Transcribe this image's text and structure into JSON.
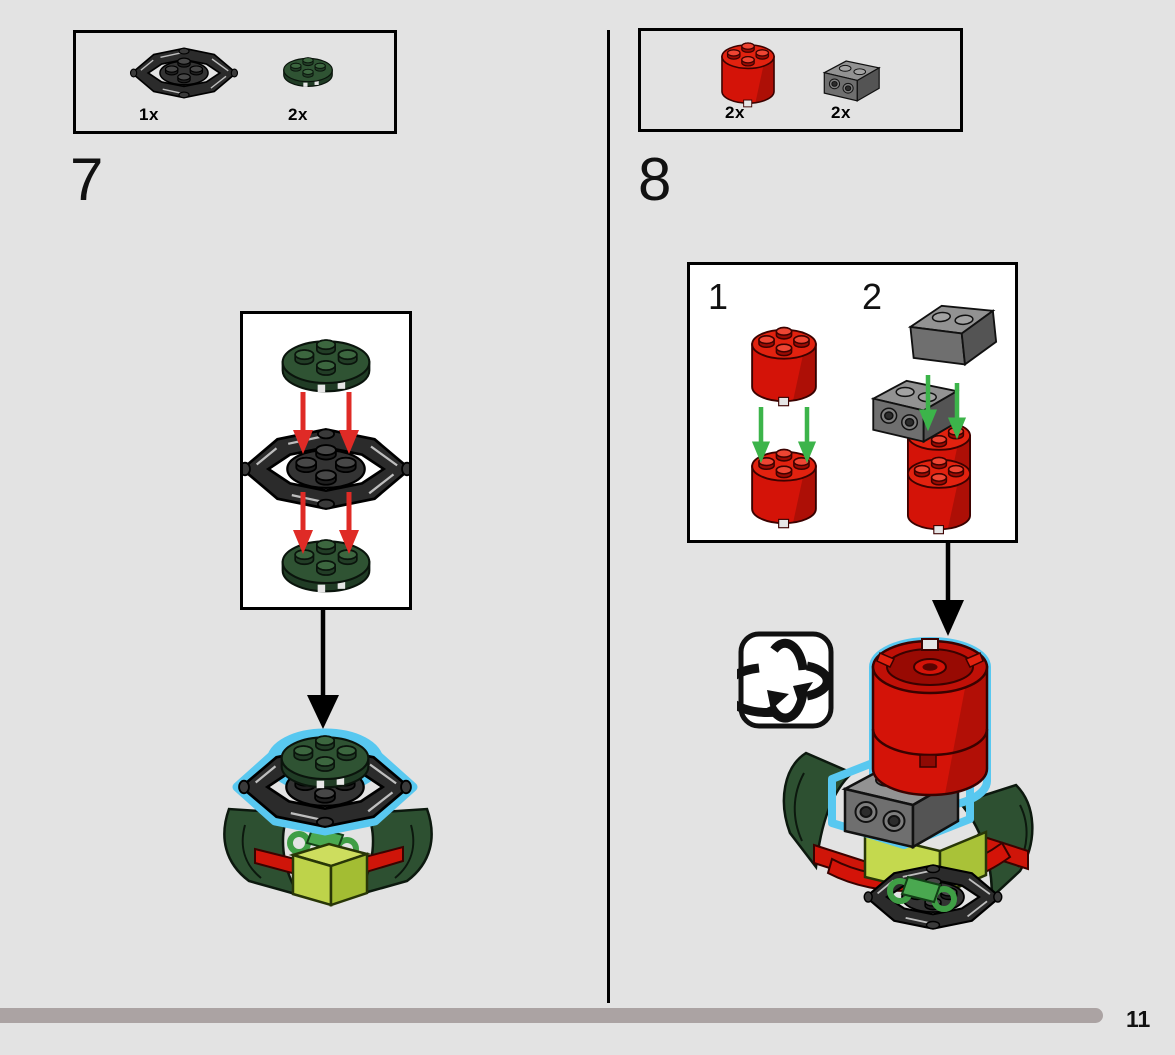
{
  "page": {
    "number": "11",
    "background": "#e3e3e3",
    "progress_bar_color": "#aba3a3"
  },
  "step7": {
    "number": "7",
    "parts": [
      {
        "piece": "plate-2x2-round-with-octagonal-bar-frame",
        "color": "dark-gray",
        "count": "1x"
      },
      {
        "piece": "plate-2x2-round",
        "color": "dark-green",
        "count": "2x"
      }
    ]
  },
  "step8": {
    "number": "8",
    "parts": [
      {
        "piece": "brick-2x2-round",
        "color": "red",
        "count": "2x"
      },
      {
        "piece": "brick-1x2-with-studs-on-side",
        "color": "dark-gray",
        "count": "2x"
      }
    ],
    "substeps": [
      {
        "label": "1"
      },
      {
        "label": "2"
      }
    ],
    "rotate_icon": "turn-model-over"
  },
  "colors": {
    "red_brick": "#d41308",
    "dark_green": "#2d5031",
    "bright_green": "#46a04c",
    "lime": "#c0d64d",
    "gray_brick": "#7a7a7a",
    "charcoal": "#2b2b2b",
    "highlight_outline": "#58c8f0",
    "arrow_red": "#df2b26",
    "arrow_green": "#3cb44a",
    "arrow_black": "#000000"
  }
}
